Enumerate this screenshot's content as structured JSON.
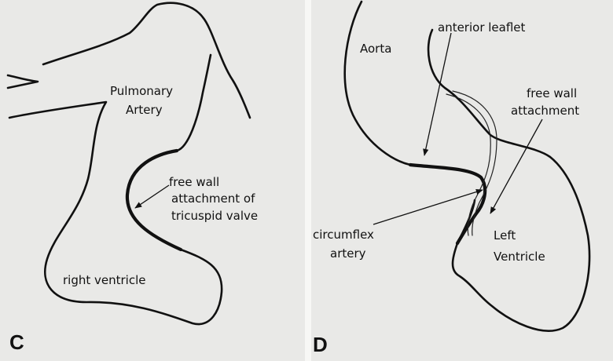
{
  "figure": {
    "panel_c": {
      "letter": "C",
      "labels": {
        "pulmonary_artery_1": "Pulmonary",
        "pulmonary_artery_2": "Artery",
        "free_wall_1": "free wall",
        "free_wall_2": "attachment of",
        "free_wall_3": "tricuspid valve",
        "right_ventricle": "right ventricle"
      }
    },
    "panel_d": {
      "letter": "D",
      "labels": {
        "aorta": "Aorta",
        "anterior_leaflet": "anterior leaflet",
        "free_wall_1": "free wall",
        "free_wall_2": "attachment",
        "circumflex_1": "circumflex",
        "circumflex_2": "artery",
        "left_ventricle_1": "Left",
        "left_ventricle_2": "Ventricle"
      }
    }
  }
}
